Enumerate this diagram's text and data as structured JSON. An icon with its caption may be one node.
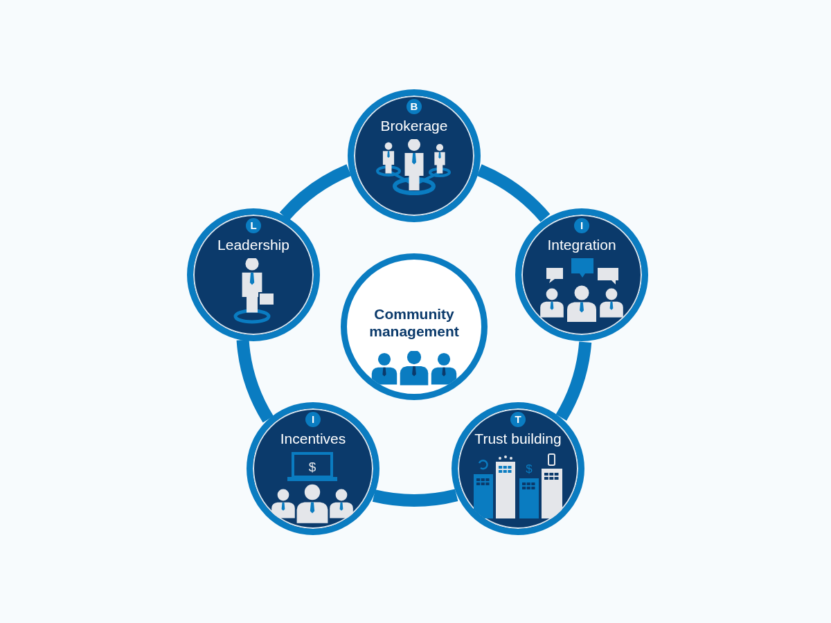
{
  "diagram": {
    "nodes": [
      {
        "text": [
          "Community management"
        ]
      },
      {
        "text": [
          "B",
          "Brokerage"
        ]
      },
      {
        "text": [
          "I",
          "Integration"
        ]
      },
      {
        "text": [
          "T",
          "Trust building"
        ]
      },
      {
        "text": [
          "I",
          "Incentives"
        ]
      },
      {
        "text": [
          "L",
          "Leadership"
        ]
      }
    ],
    "edges": [
      {
        "from": 1,
        "to": 2,
        "arrow": "none"
      },
      {
        "from": 2,
        "to": 3,
        "arrow": "none"
      },
      {
        "from": 3,
        "to": 4,
        "arrow": "none"
      },
      {
        "from": 4,
        "to": 5,
        "arrow": "none"
      },
      {
        "from": 5,
        "to": 1,
        "arrow": "none"
      }
    ],
    "labels": [
      "$",
      "$"
    ]
  }
}
